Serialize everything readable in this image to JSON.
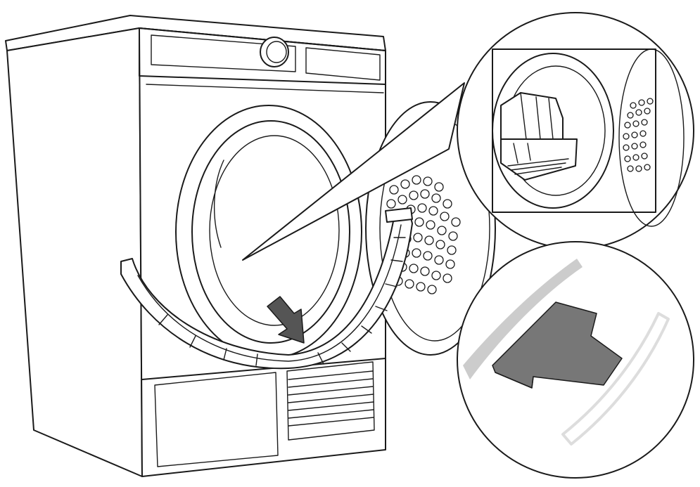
{
  "illustration": {
    "subject": "tumble-dryer-filter-removal",
    "colors": {
      "line": "#1a1a1a",
      "background": "#ffffff",
      "arrow": "#555555",
      "filter_part": "#777777",
      "ghost_ring": "#cccccc",
      "ghost_outline": "#dddddd"
    },
    "icons": {
      "direction": "arrow-down-right-icon",
      "detail_top": "magnifier-callout",
      "detail_bottom": "magnifier-callout"
    }
  }
}
